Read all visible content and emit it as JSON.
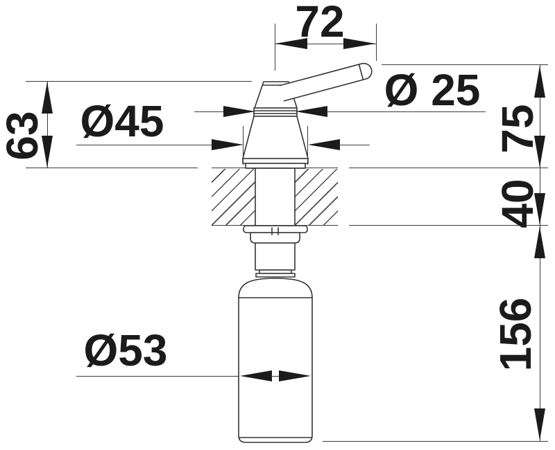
{
  "colors": {
    "background": "#ffffff",
    "drawing_line": "#3a3a3a",
    "ink": "#1b1b1b"
  },
  "dimensions": {
    "spout_reach": {
      "label": "72"
    },
    "spout_tube_diameter": {
      "label": "Ø 25"
    },
    "head_diameter": {
      "label": "Ø45"
    },
    "head_height": {
      "label": "63"
    },
    "height_above_counter": {
      "label": "75"
    },
    "mounting_depth": {
      "label": "40"
    },
    "bottle_height": {
      "label": "156"
    },
    "bottle_diameter": {
      "label": "Ø53"
    }
  }
}
